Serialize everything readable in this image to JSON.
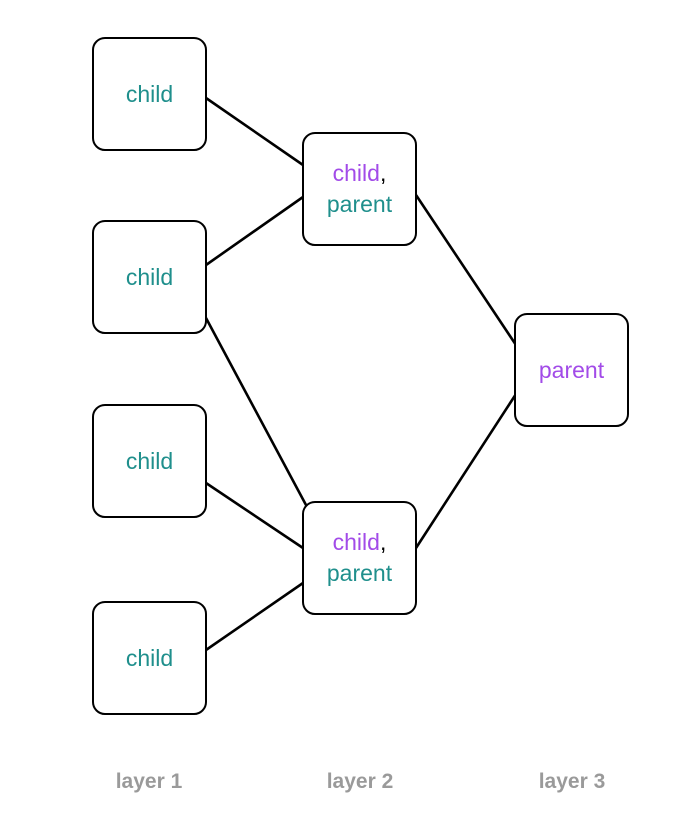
{
  "colors": {
    "child_text": "#1f8f8c",
    "parent_text": "#a24be8",
    "layer_label": "#9a9a9a",
    "edge": "#000000"
  },
  "layer1": {
    "node1": "child",
    "node2": "child",
    "node3": "child",
    "node4": "child"
  },
  "layer2": {
    "node1": {
      "line1": "child",
      "comma": ",",
      "line2": "parent"
    },
    "node2": {
      "line1": "child",
      "comma": ",",
      "line2": "parent"
    }
  },
  "layer3": {
    "node1": "parent"
  },
  "labels": {
    "layer1": "layer 1",
    "layer2": "layer 2",
    "layer3": "layer 3"
  }
}
